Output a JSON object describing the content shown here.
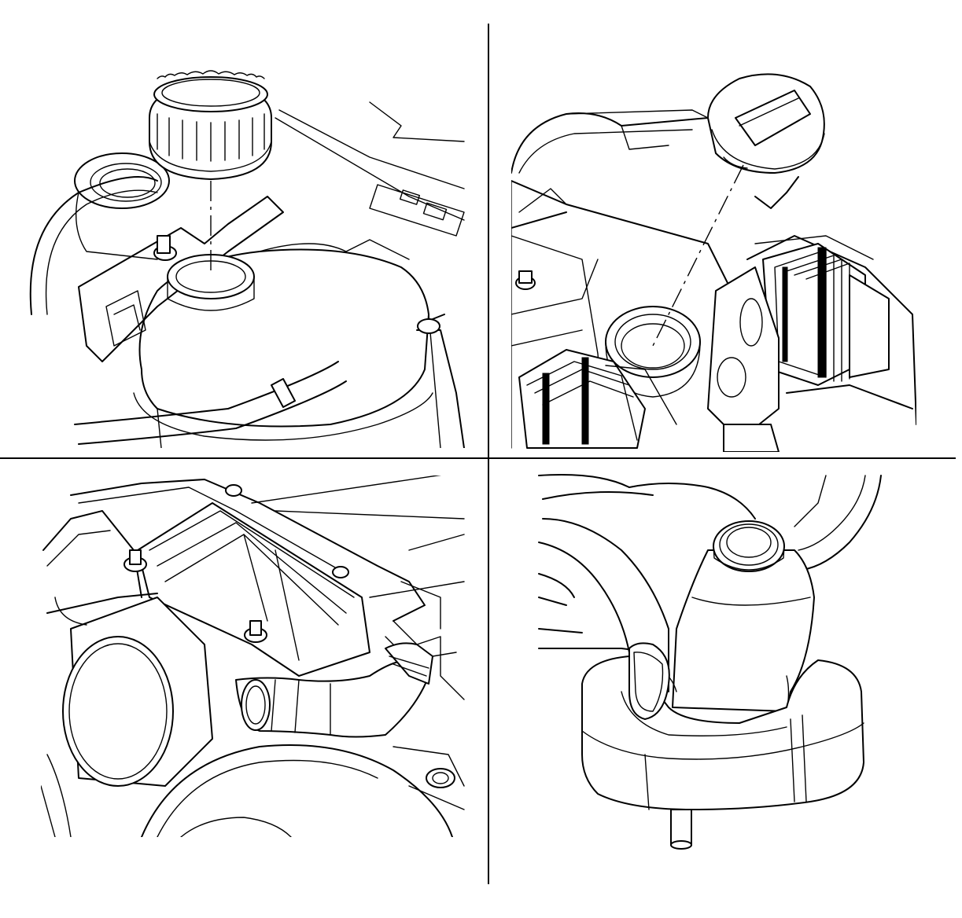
{
  "figure": {
    "panels": [
      {
        "id": "top-left",
        "subject": "coolant-reservoir-cap-removal"
      },
      {
        "id": "top-right",
        "subject": "fill-cap-removal"
      },
      {
        "id": "bottom-left",
        "subject": "hose-and-clamp"
      },
      {
        "id": "bottom-right",
        "subject": "reservoir-with-cap-installed"
      }
    ],
    "colors": {
      "ink": "#000000",
      "background": "#ffffff"
    }
  }
}
